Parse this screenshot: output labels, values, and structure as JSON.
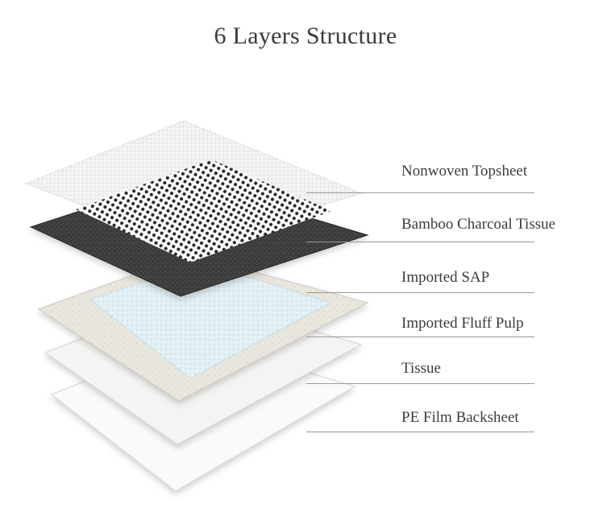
{
  "title": "6 Layers Structure",
  "layers": [
    {
      "label": "Nonwoven Topsheet",
      "material": "white-mesh-nonwoven"
    },
    {
      "label": "Bamboo Charcoal Tissue",
      "material": "dark-charcoal-tissue"
    },
    {
      "label": "Imported SAP",
      "material": "light-blue-absorbent"
    },
    {
      "label": "Imported Fluff Pulp",
      "material": "beige-fluff-pulp"
    },
    {
      "label": "Tissue",
      "material": "white-tissue"
    },
    {
      "label": "PE Film Backsheet",
      "material": "white-film"
    }
  ],
  "colors": {
    "title": "#3a3a3a",
    "label": "#3c3c3c",
    "leader": "#9a9a9a",
    "charcoal": "#3b3b3b",
    "sap": "#dfeef5",
    "pulp": "#e9e6de",
    "tissue": "#f4f4f2",
    "film": "#fafafa",
    "mesh": "#f2f2f2"
  }
}
